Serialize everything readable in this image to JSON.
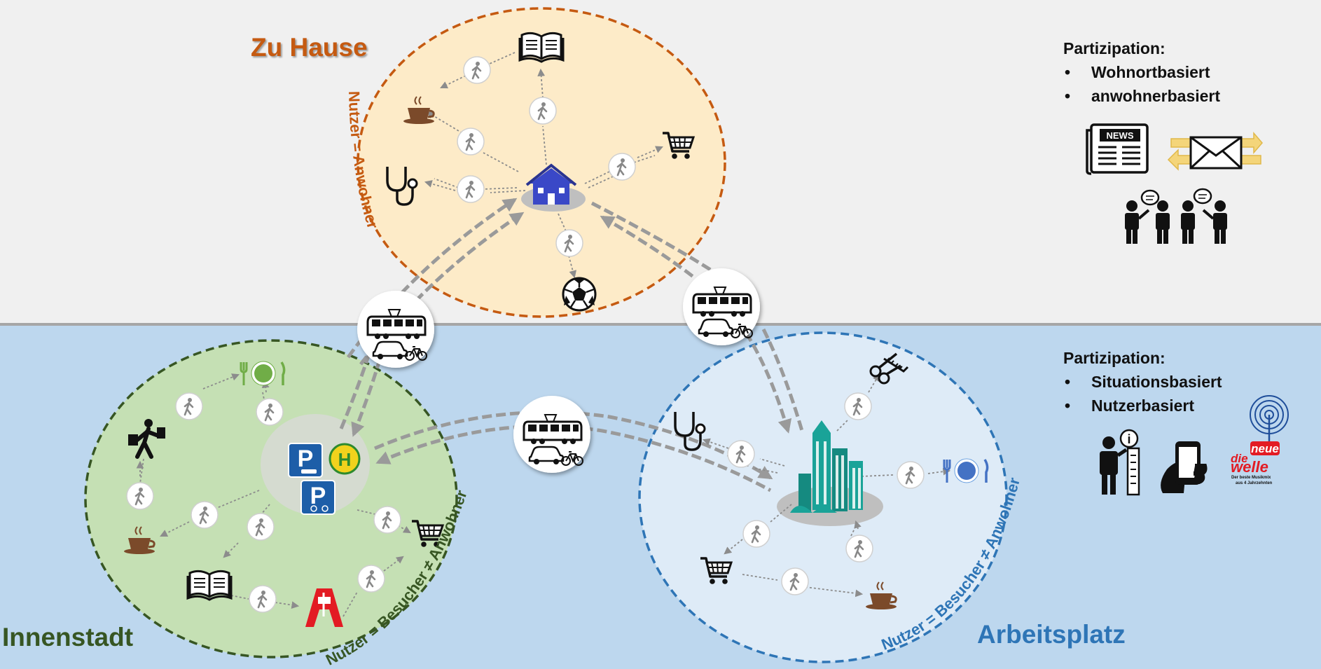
{
  "regions": {
    "home": {
      "title": "Zu Hause",
      "user_label": "Nutzer = Anwohner"
    },
    "city": {
      "title": "Innenstadt",
      "user_label": "Nutzer = Besucher ≠ Anwohner"
    },
    "work": {
      "title": "Arbeitsplatz",
      "user_label": "Nutzer = Besucher ≠ Anwohner"
    }
  },
  "participation_top": {
    "heading": "Partizipation:",
    "items": [
      "Wohnortbasiert",
      "anwohnerbasiert"
    ],
    "news_badge": "NEWS"
  },
  "participation_bottom": {
    "heading": "Partizipation:",
    "items": [
      "Situationsbasiert",
      "Nutzerbasiert"
    ],
    "radio_logo": {
      "line1": "die",
      "line2": "neue",
      "line3": "welle",
      "tagline1": "Der beste Musikmix",
      "tagline2": "aus 4 Jahrzehnten"
    }
  },
  "colors": {
    "home": "#c55a11",
    "city": "#375623",
    "work": "#2e75b6",
    "home_fill": "#fdebc8",
    "city_fill": "#c5e0b4",
    "work_fill": "#deebf7",
    "bottom_band": "#bdd7ee",
    "top_band": "#f0f0f0",
    "pharmacy": "#e31b23",
    "building": "#1aa398"
  }
}
